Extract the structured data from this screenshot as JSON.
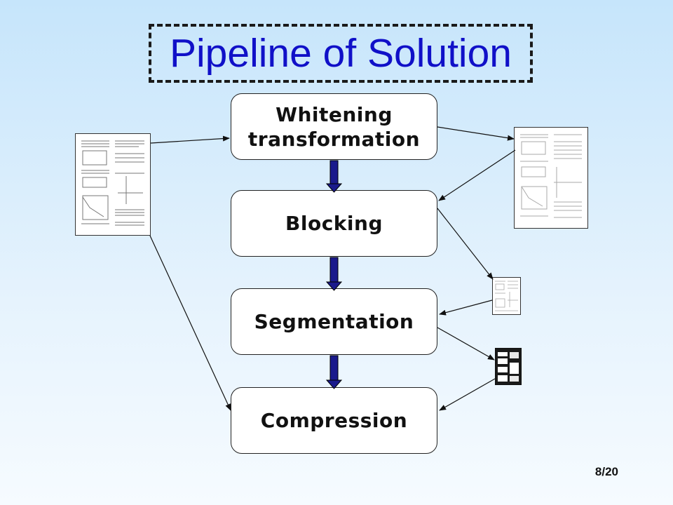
{
  "title": "Pipeline of Solution",
  "steps": [
    {
      "label": "Whitening\ntransformation"
    },
    {
      "label": "Blocking"
    },
    {
      "label": "Segmentation"
    },
    {
      "label": "Compression"
    }
  ],
  "page_number": "8/20",
  "colors": {
    "title": "#1010c8",
    "step_arrow": "#1a1a8c"
  }
}
